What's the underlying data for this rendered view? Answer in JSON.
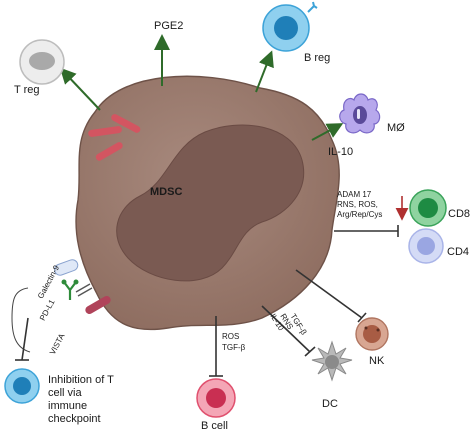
{
  "center": {
    "label": "MDSC"
  },
  "cells": {
    "treg": "T reg",
    "pge2": "PGE2",
    "breg": "B reg",
    "macrophage": "MØ",
    "il10": "IL-10",
    "cd8": "CD8",
    "cd4": "CD4",
    "nk": "NK",
    "dc": "DC",
    "bcell": "B cell"
  },
  "mediators": {
    "cd8_cd4": [
      "ADAM 17",
      "RNS, ROS,",
      "Arg/Rep/Cys"
    ],
    "dc": [
      "IL-10",
      "RNS",
      "TGF-β"
    ],
    "bcell": [
      "ROS",
      "TGF-β"
    ]
  },
  "checkpoints": [
    "Galectin-9",
    "PD-L1",
    "VISTA"
  ],
  "outcome": [
    "Inhibition of T",
    "cell via",
    "immune",
    "checkpoint"
  ],
  "colors": {
    "mdsc": "#9c7b6e",
    "nucleus": "#7a5a52",
    "activation_arrow": "#2f6b2a",
    "inhibition": "#333333",
    "cd8": "#3aa35a",
    "cd4": "#a9b4e8",
    "macrophage": "#8b7ad6",
    "breg": "#3da3d8",
    "dc": "#9a9a9a",
    "nk": "#c98a72",
    "bcell": "#e0506e",
    "treg": "#c7c7c7"
  }
}
